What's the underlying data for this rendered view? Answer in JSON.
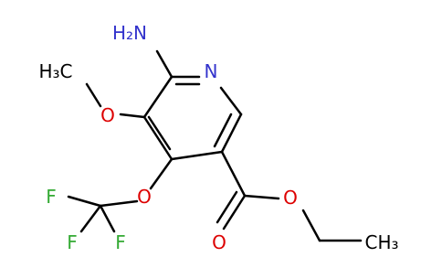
{
  "molecule": {
    "atoms": {
      "amine_h2n": "H₂N",
      "ring_n": "N",
      "methoxy_o": "O",
      "methyl_h3c": "H₃C",
      "ether_o": "O",
      "f1": "F",
      "f2": "F",
      "f3": "F",
      "carbonyl_o": "O",
      "ester_o": "O",
      "terminal_ch3": "CH₃"
    }
  },
  "colors": {
    "bond": "#000000",
    "nitrogen": "#3333cc",
    "oxygen": "#dd0000",
    "fluorine": "#33aa33",
    "carbon_label": "#000000"
  }
}
